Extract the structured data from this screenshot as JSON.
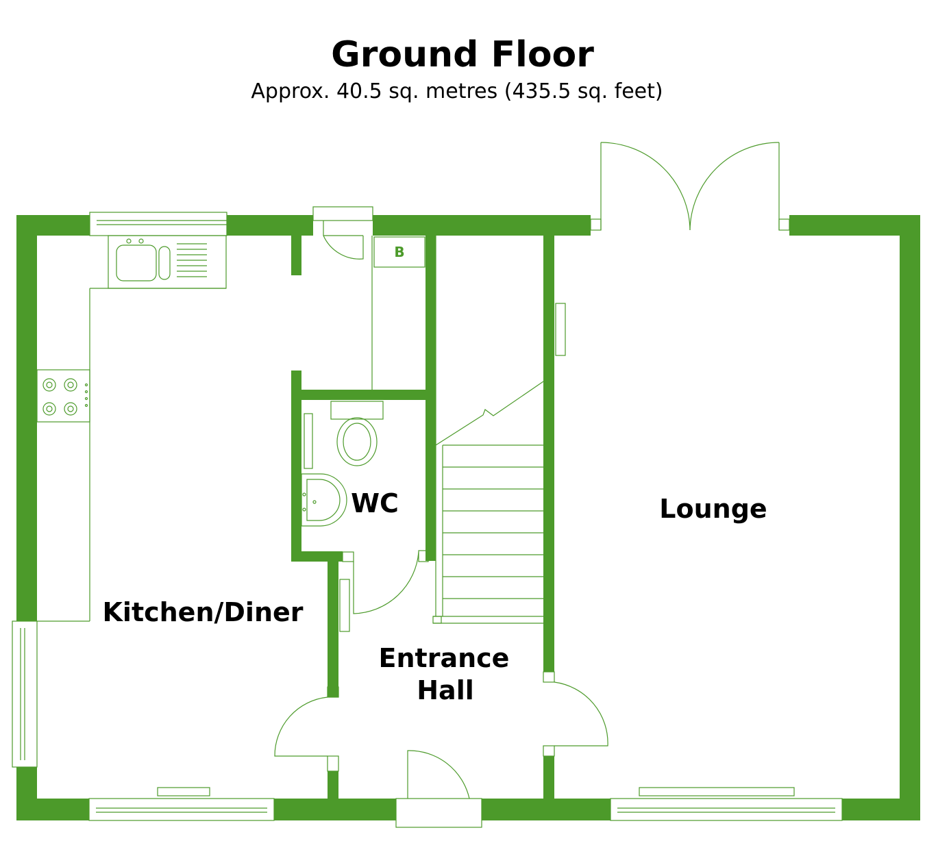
{
  "header": {
    "title": "Ground Floor",
    "subtitle": "Approx. 40.5 sq. metres (435.5 sq. feet)"
  },
  "rooms": {
    "kitchen": "Kitchen/Diner",
    "wc": "WC",
    "hall_line1": "Entrance",
    "hall_line2": "Hall",
    "lounge": "Lounge",
    "boiler": "B"
  },
  "colors": {
    "wall": "#4c9a2a",
    "line": "#4c9a2a",
    "text": "#000000"
  }
}
